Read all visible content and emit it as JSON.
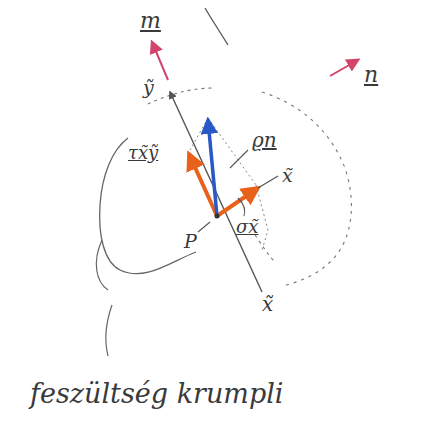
{
  "diagram": {
    "labels": [
      "m",
      "ỹ",
      "ϱn",
      "n",
      "x̃",
      "τx̃ỹ",
      "σx̃",
      "P",
      "x̃",
      "feszültség krumpli"
    ]
  }
}
